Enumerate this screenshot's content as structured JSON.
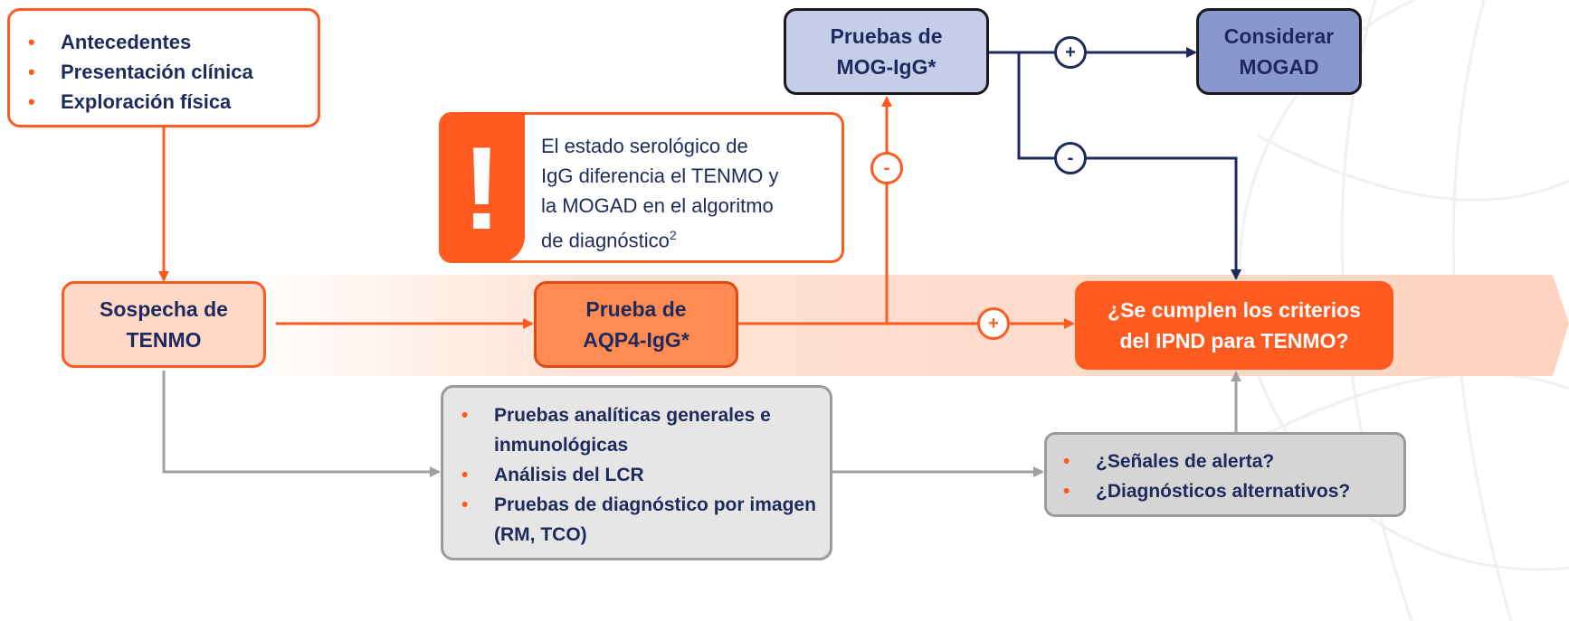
{
  "history_box": {
    "items": [
      "Antecedentes",
      "Presentación clínica",
      "Exploración física"
    ]
  },
  "suspicion_box": {
    "line1": "Sospecha de",
    "line2": "TENMO"
  },
  "aqp4_box": {
    "line1": "Prueba de",
    "line2": "AQP4-IgG*"
  },
  "mog_box": {
    "line1": "Pruebas de",
    "line2": "MOG-IgG*"
  },
  "consider_box": {
    "line1": "Considerar",
    "line2": "MOGAD"
  },
  "criteria_box": {
    "line1": "¿Se cumplen los criterios",
    "line2": "del IPND para TENMO?"
  },
  "alert_note": {
    "icon": "!",
    "line1": "El estado serológico de",
    "line2": "IgG diferencia el TENMO y",
    "line3": "la MOGAD en el algoritmo",
    "line4": "de diagnóstico",
    "superscript": "2"
  },
  "tests_box": {
    "items": [
      "Pruebas analíticas generales e inmunológicas",
      "Análisis del LCR",
      "Pruebas de diagnóstico por imagen (RM, TCO)"
    ]
  },
  "redflags_box": {
    "items": [
      "¿Señales de alerta?",
      "¿Diagnósticos alternativos?"
    ]
  },
  "connectors": {
    "positive": "+",
    "negative": "-"
  },
  "colors": {
    "orange": "#ff5a1f",
    "light_orange": "#ffd9c7",
    "mid_orange": "#ff8a52",
    "navy": "#1f2a5c",
    "light_blue": "#c5cde8",
    "mid_blue": "#8898cf",
    "gray_fill": "#e6e6e6",
    "gray_border": "#9b9b9b"
  }
}
